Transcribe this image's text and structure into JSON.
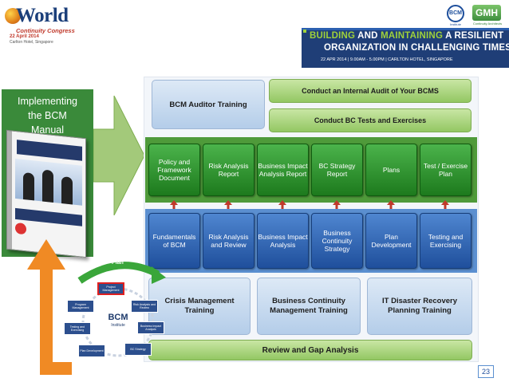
{
  "event": {
    "logo_title": "World",
    "logo_subtitle": "Continuity Congress",
    "logo_date": "22 April 2014",
    "logo_location": "Carlton Hotel, Singapore",
    "banner_line1_a": "BUILDING",
    "banner_line1_b": "AND",
    "banner_line1_c": "MAINTAINING",
    "banner_line1_d": "A RESILIENT",
    "banner_line2": "ORGANIZATION IN CHALLENGING TIMES",
    "banner_info": "22 APR 2014  |  9.00AM - 5.00PM  |  CARLTON HOTEL, SINGAPORE",
    "sponsor1": "BCM",
    "sponsor1_sub": "Institute",
    "sponsor2": "GMH",
    "sponsor2_sub": "Continuity Architects"
  },
  "left": {
    "title_line1": "Implementing",
    "title_line2": "the BCM",
    "title_line3": "Manual"
  },
  "top_boxes": {
    "auditor": "BCM  Auditor Training",
    "audit": "Conduct an Internal Audit of Your BCMS",
    "tests": "Conduct BC Tests and Exercises"
  },
  "documents": [
    {
      "label": "Policy and Framework Document"
    },
    {
      "label": "Risk Analysis Report"
    },
    {
      "label": "Business Impact Analysis Report"
    },
    {
      "label": "BC Strategy Report"
    },
    {
      "label": "Plans"
    },
    {
      "label": "Test / Exercise Plan"
    }
  ],
  "processes": [
    {
      "label": "Fundamentals of BCM"
    },
    {
      "label": "Risk Analysis and Review"
    },
    {
      "label": "Business Impact Analysis"
    },
    {
      "label": "Business Continuity Strategy"
    },
    {
      "label": "Plan Development"
    },
    {
      "label": "Testing and Exercising"
    }
  ],
  "training": {
    "crisis": "Crisis Management Training",
    "bcm": "Business Continuity Management Training",
    "itdr": "IT Disaster Recovery Planning Training"
  },
  "review": "Review and Gap Analysis",
  "cycle": {
    "plan_label": "Plan",
    "center": "BCM",
    "center_sub": "Institute",
    "nodes": [
      "Project Management",
      "Risk Analysis and Review",
      "Business Impact Analysis",
      "BC Strategy",
      "Plan Development",
      "Testing and Exercising",
      "Program Management"
    ]
  },
  "page_number": "23",
  "colors": {
    "green_dark": "#3a8a3a",
    "blue_dark": "#1f4f9c",
    "orange": "#f08a24",
    "banner": "#1f3e77"
  }
}
